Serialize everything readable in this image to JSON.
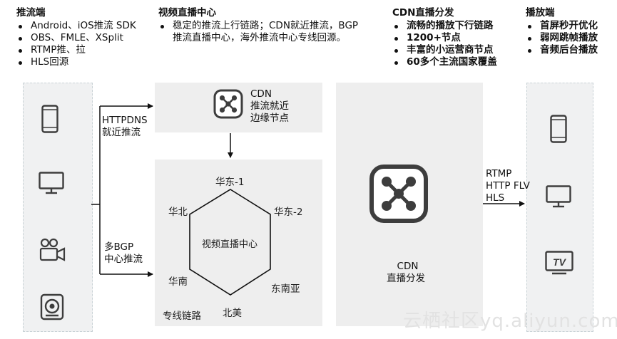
{
  "push_side": {
    "title": "推流端",
    "items": [
      "Android、iOS推流 SDK",
      "OBS、FMLE、XSplit",
      "RTMP推、拉",
      "HLS回源"
    ]
  },
  "center_top": {
    "title": "视频直播中心",
    "items": [
      "稳定的推流上行链路；CDN就近推流，BGP推流直播中心，海外推流中心专线回源。"
    ],
    "line1": "稳定的推流上行链路；CDN就近推流，BGP",
    "line2": "推流直播中心，海外推流中心专线回源。"
  },
  "cdn_top": {
    "title": "CDN直播分发",
    "items": [
      "流畅的播放下行链路",
      "1200+节点",
      "丰富的小运营商节点",
      "60多个主流国家覆盖"
    ]
  },
  "play_side": {
    "title": "播放端",
    "items": [
      "首屏秒开优化",
      "弱网跳帧播放",
      "音频后台播放"
    ]
  },
  "cdn_edge": {
    "line1": "CDN",
    "line2": "推流就近",
    "line3": "边缘节点"
  },
  "arrows": {
    "httpdns_1": "HTTPDNS",
    "httpdns_2": "就近推流",
    "bgp_1": "多BGP",
    "bgp_2": "中心推流",
    "protocols": [
      "RTMP",
      "HTTP FLV",
      "HLS"
    ]
  },
  "hexagon": {
    "nodes": {
      "top": "华东-1",
      "top_right": "华东-2",
      "top_left": "华北",
      "bottom_left": "华南",
      "bottom_right": "东南亚",
      "bottom": "北美"
    },
    "center": "视频直播中心",
    "footer": "专线链路"
  },
  "cdn_dist": {
    "line1": "CDN",
    "line2": "直播分发"
  },
  "watermark": "云栖社区yq.aliyun.com",
  "colors": {
    "panel": "#eeeeee",
    "dashed_border": "#c9d2d6",
    "icon_dark": "#3d3d3d"
  }
}
